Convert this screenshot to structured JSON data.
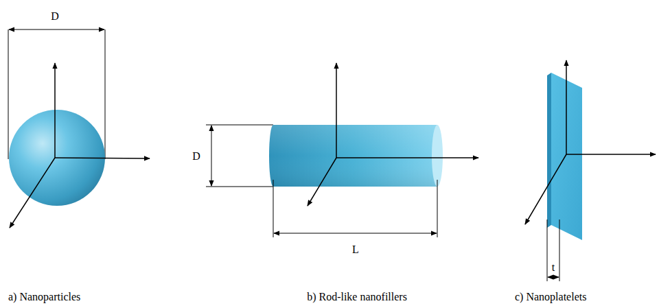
{
  "diagram": {
    "labels": [
      "D",
      "D",
      "L",
      "t",
      "a) Nanoparticles",
      "b) Rod-like nanofillers",
      "c) Nanoplatelets"
    ]
  }
}
